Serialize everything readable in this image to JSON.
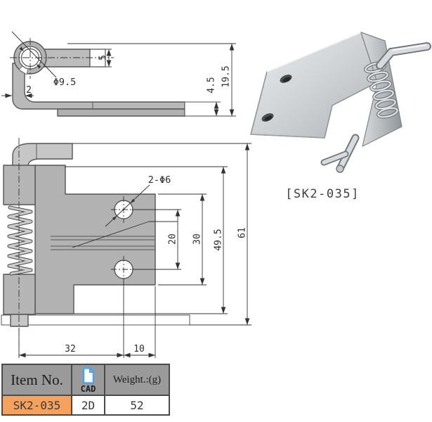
{
  "drawing": {
    "side_view": {
      "dim_pin_width": "5",
      "dim_knuckle_dia": "Φ9.5",
      "dim_sheet_thickness": "2",
      "dim_plate_offset": "4.5",
      "dim_total_height": "19.5"
    },
    "front_view": {
      "dim_holes": "2-Φ6",
      "dim_hole_spacing": "20",
      "dim_inner_height": "30",
      "dim_plate_height": "49.5",
      "dim_total_height": "61",
      "dim_pin_to_hole": "32",
      "dim_hole_to_edge": "10"
    },
    "photo_label": "[SK2-035]"
  },
  "table": {
    "headers": {
      "item_no": "Item No.",
      "cad": "CAD",
      "weight": "Weight.:(g)"
    },
    "row": {
      "item_no": "SK2-035",
      "cad": "2D",
      "weight": "52"
    }
  },
  "colors": {
    "accent_orange": "#F5A25F",
    "cad_icon_blue": "#41A5EF",
    "table_header_gray": "#9A9A9A"
  }
}
